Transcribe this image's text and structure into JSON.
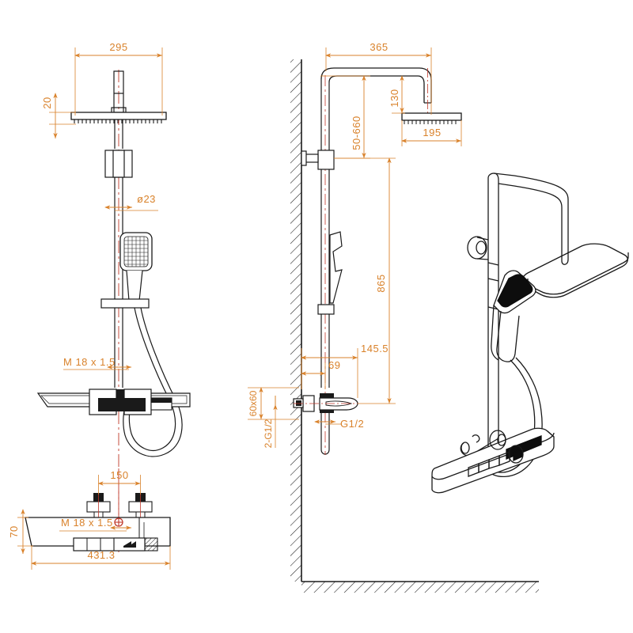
{
  "drawing": {
    "title": "Thermostatic shower column technical drawing",
    "units": "mm",
    "line_color": "#1a1a1a",
    "dimension_color": "#d9822b",
    "centerline_color": "#c0392b",
    "background": "#ffffff"
  },
  "views": {
    "front": {
      "name": "front-elevation"
    },
    "side": {
      "name": "side-elevation"
    },
    "detail": {
      "name": "mixer-bar-detail"
    },
    "iso": {
      "name": "isometric-view"
    }
  },
  "dimensions": {
    "front": {
      "overhead_width": "295",
      "overhead_thickness": "20",
      "riser_diameter": "ø23",
      "inlet_thread": "M 18 x 1.5"
    },
    "side": {
      "arm_projection": "365",
      "head_drop": "130",
      "head_depth": "195",
      "riser_adjust": "50-660",
      "riser_height": "865",
      "bracket_offset": "145.5",
      "wall_offset": "69",
      "inlet_spacing": "60x60",
      "inlet_thread_pair": "2-G1/2",
      "outlet_thread": "G1/2"
    },
    "detail": {
      "inlet_centers": "150",
      "bar_height": "70",
      "bar_length": "431.3",
      "thread": "M 18 x 1.5"
    }
  }
}
